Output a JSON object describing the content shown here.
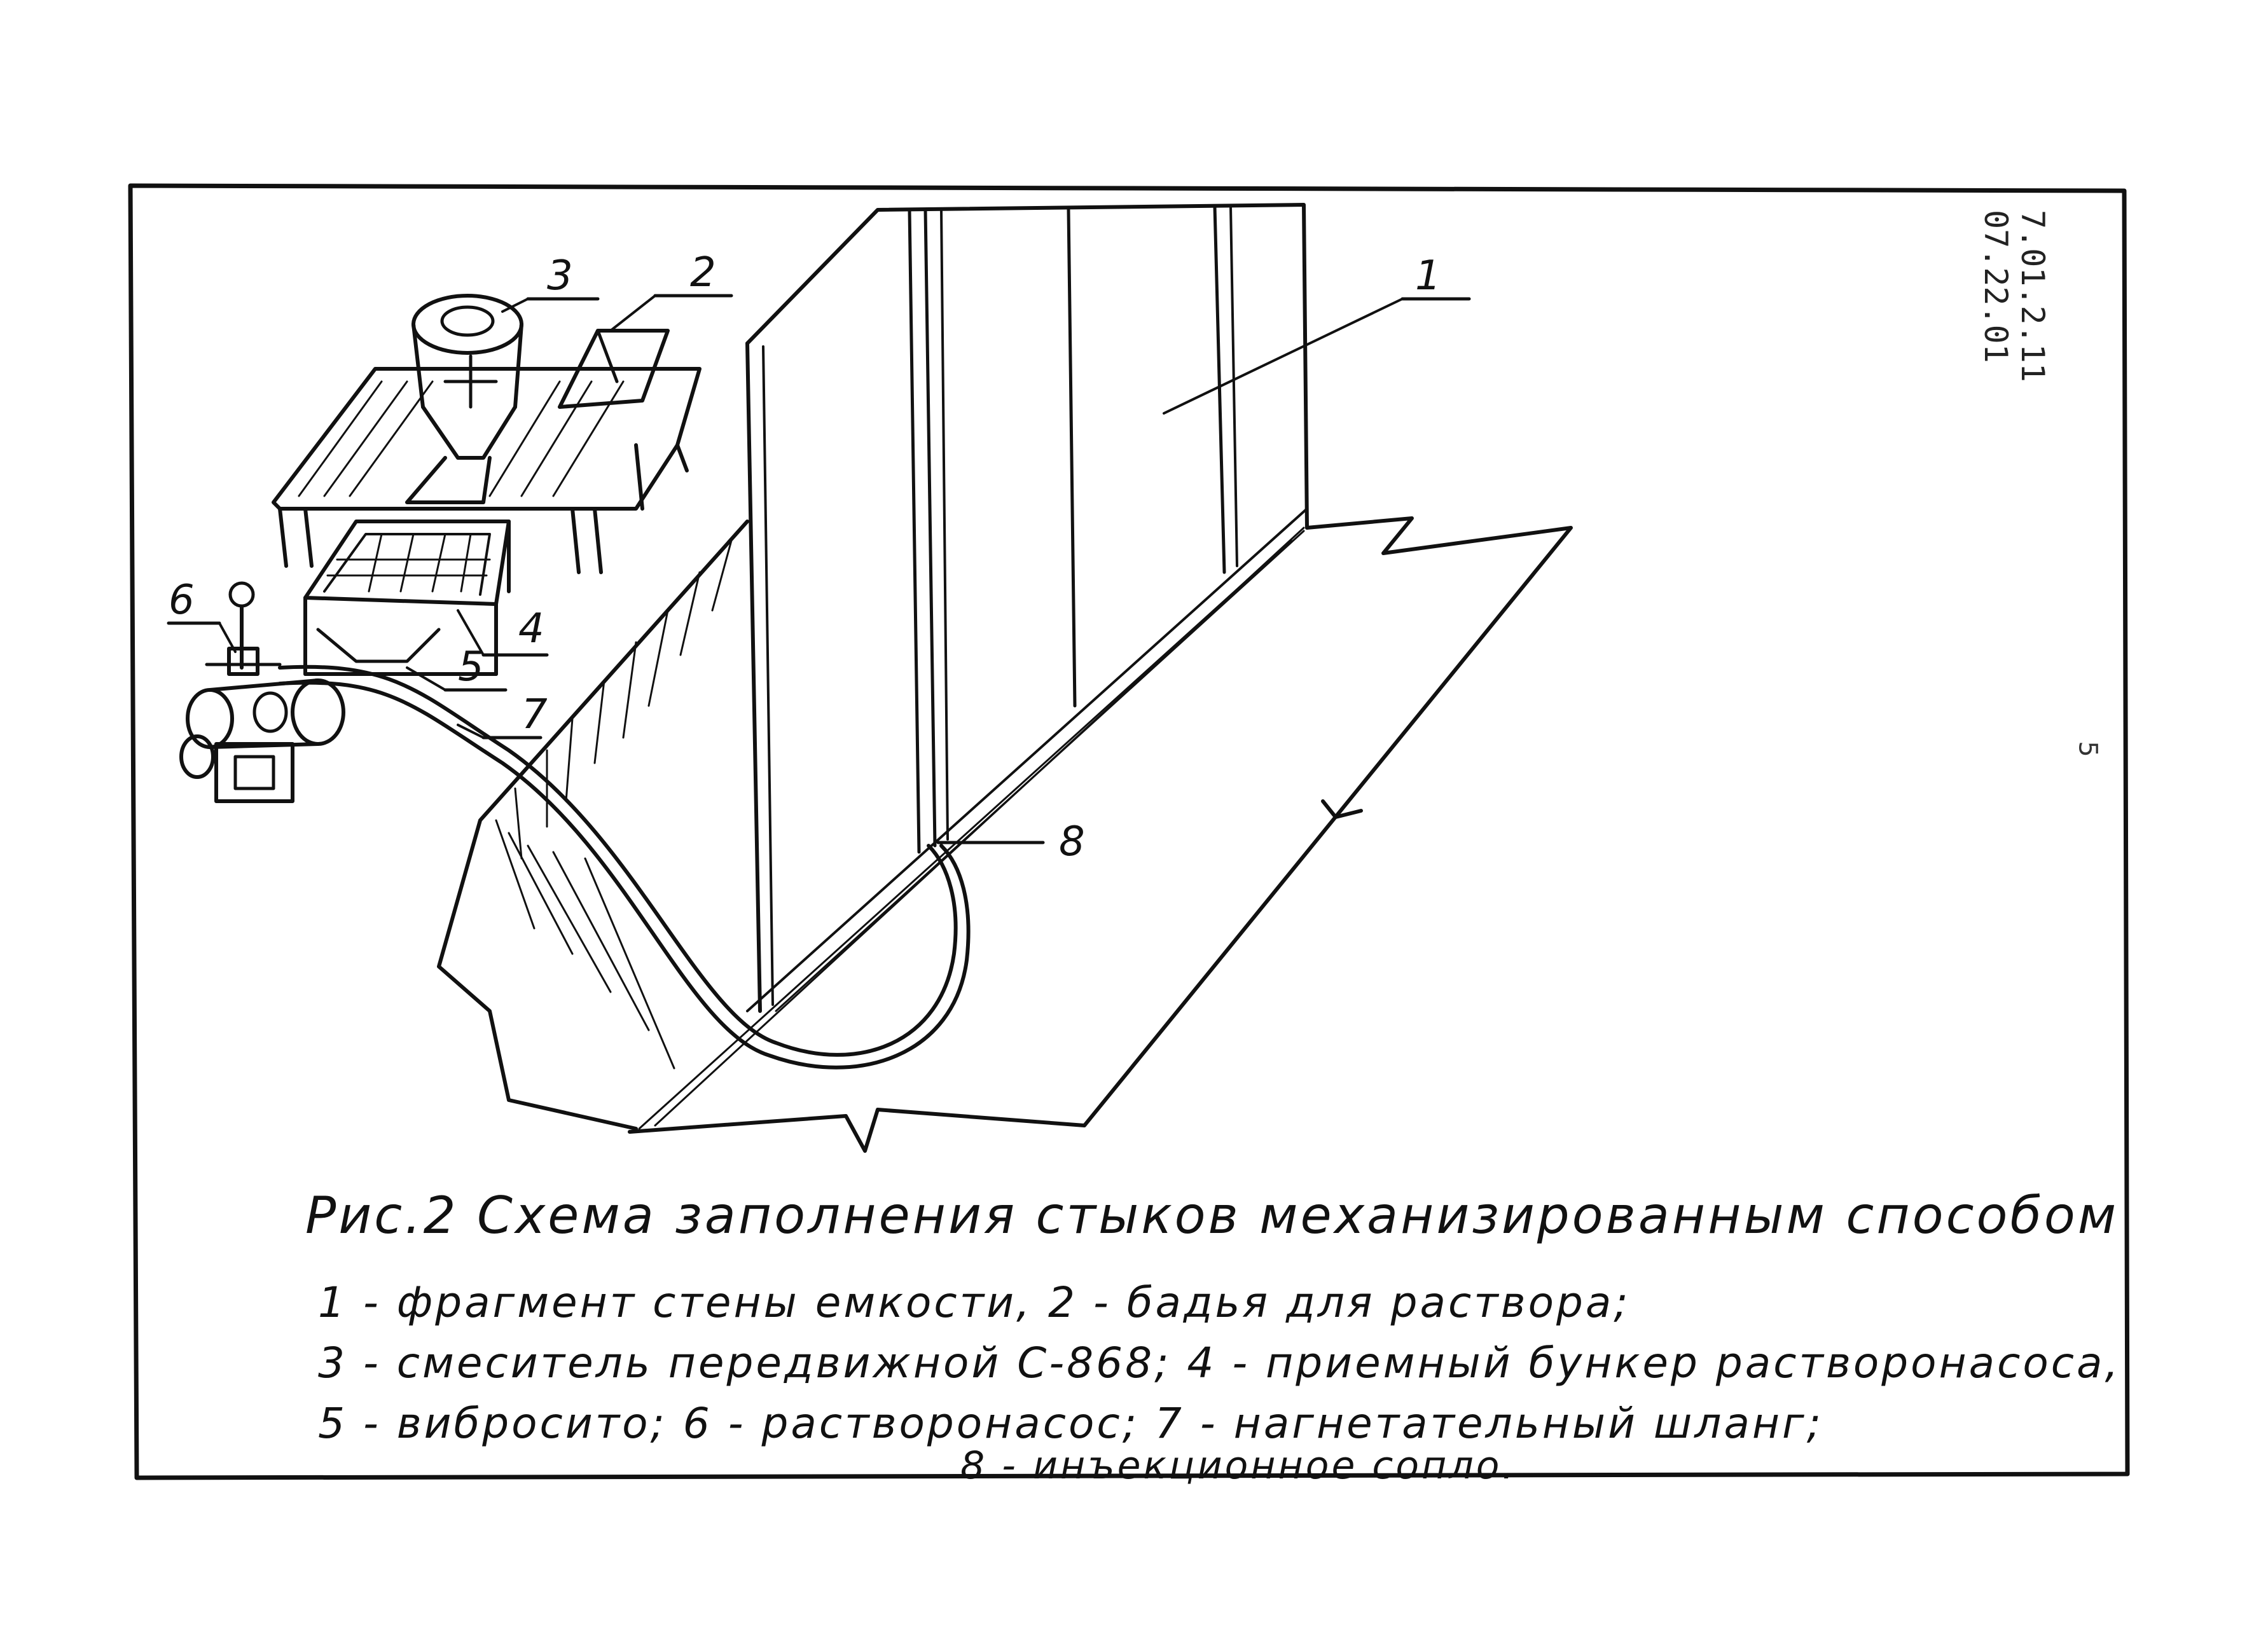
{
  "figure": {
    "caption": "Рис.2  Схема заполнения стыков механизированным способом",
    "legend": [
      "1 - фрагмент стены емкости,  2 - бадья для раствора;",
      "3 - смеситель передвижной С-868;  4 - приемный бункер растворонасоса,",
      "5 - вибросито;   6 - растворонасос;  7 - нагнетательный шланг;",
      "8 - инъекционное сопло."
    ],
    "callouts": [
      "1",
      "2",
      "3",
      "4",
      "5",
      "6",
      "7",
      "8"
    ]
  },
  "archive_stamp": [
    "7.01.2.11",
    "07.22.01"
  ],
  "page_mark": "5"
}
